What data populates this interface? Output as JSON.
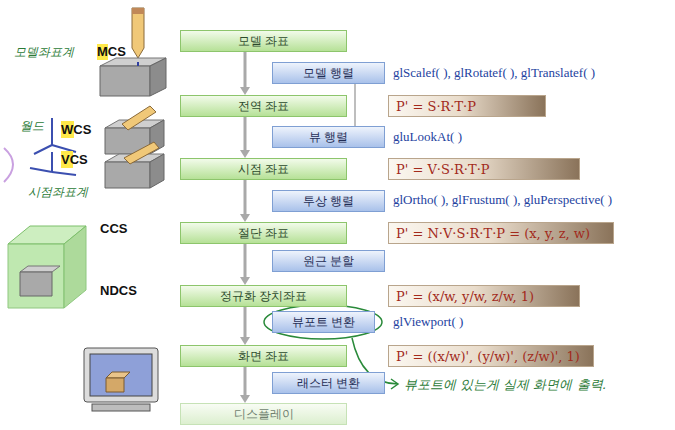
{
  "diagram": {
    "nodes": [
      {
        "text": [
          "모델 좌표"
        ]
      },
      {
        "text": [
          "모델 행렬"
        ]
      },
      {
        "text": [
          "전역 좌표"
        ]
      },
      {
        "text": [
          "P' = S·R·T·P"
        ]
      },
      {
        "text": [
          "뷰 행렬"
        ]
      },
      {
        "text": [
          "시점 좌표"
        ]
      },
      {
        "text": [
          "P' = V·S·R·T·P"
        ]
      },
      {
        "text": [
          "투상 행렬"
        ]
      },
      {
        "text": [
          "절단 좌표"
        ]
      },
      {
        "text": [
          "P' = N·V·S·R·T·P = (x, y, z, w)"
        ]
      },
      {
        "text": [
          "원근 분할"
        ]
      },
      {
        "text": [
          "정규화 장치좌표"
        ]
      },
      {
        "text": [
          "P' = (x/w, y/w, z/w, 1)"
        ]
      },
      {
        "text": [
          "뷰포트 변환"
        ]
      },
      {
        "text": [
          "화면 좌표"
        ]
      },
      {
        "text": [
          "P' = ((x/w)', (y/w)', (z/w)', 1)"
        ]
      },
      {
        "text": [
          "래스터 변환"
        ]
      },
      {
        "text": [
          "디스플레이"
        ]
      }
    ],
    "edges": [
      {
        "from": 0,
        "to": 2,
        "arrow": "to"
      },
      {
        "from": 2,
        "to": 5,
        "arrow": "to"
      },
      {
        "from": 5,
        "to": 8,
        "arrow": "to"
      },
      {
        "from": 8,
        "to": 11,
        "arrow": "to"
      },
      {
        "from": 11,
        "to": 14,
        "arrow": "to"
      },
      {
        "from": 14,
        "to": 17,
        "arrow": "to"
      },
      {
        "from": 1,
        "to": 4,
        "arrow": "none"
      }
    ],
    "labels": [
      "모델좌표계",
      "MCS",
      "월드",
      "WCS",
      "VCS",
      "시점좌표계",
      "CCS",
      "NDCS",
      "glScalef( ), glRotatef( ), glTranslatef( )",
      "gluLookAt( )",
      "glOrtho( ), glFrustum( ), gluPerspective( )",
      "glViewport( )",
      "뷰포트에 있는게 실제 화면에 출력."
    ]
  }
}
